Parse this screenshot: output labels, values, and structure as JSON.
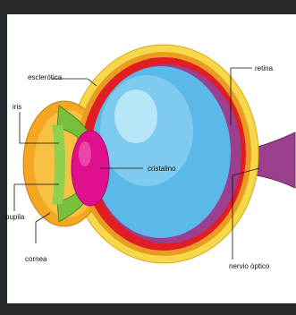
{
  "labels": {
    "esclerotica": "esclerótica",
    "iris": "iris",
    "retina": "retina",
    "cristalino": "cristalino",
    "pupila": "pupila",
    "cornea": "cornea",
    "nervio_optico": "nervio óptico"
  },
  "colors": {
    "background": "#262a2c",
    "panel": "#ffffff",
    "sclera_outer": "#f7d84a",
    "sclera_inner": "#ea9c22",
    "choroid": "#e11e24",
    "retina": "#9b3f8f",
    "vitreous": "#5ab9e8",
    "vitreous_highlight": "#c6ecfb",
    "lens": "#e0118f",
    "iris": "#77bf3d",
    "cornea": "#f5a623",
    "optic_nerve": "#9b3f8f"
  }
}
